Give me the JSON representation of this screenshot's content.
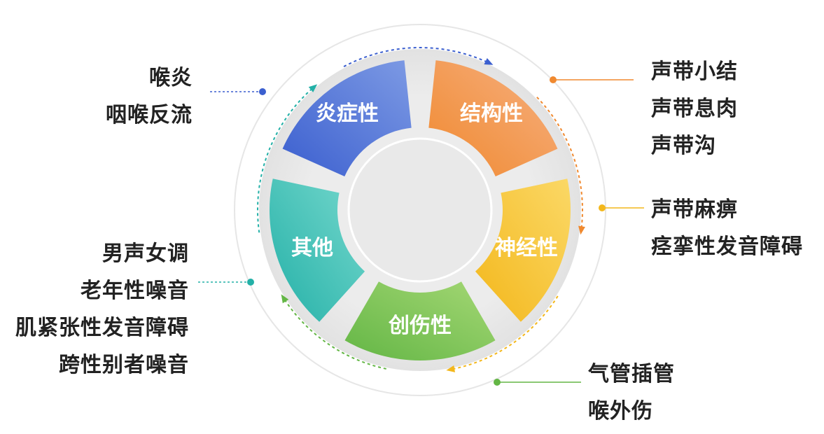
{
  "center": {
    "segments": [
      {
        "label": "炎症性",
        "color_a": "#3b5fcf",
        "color_b": "#7d9ae4"
      },
      {
        "label": "结构性",
        "color_a": "#f0892f",
        "color_b": "#f6b081"
      },
      {
        "label": "神经性",
        "color_a": "#f3b71b",
        "color_b": "#fbd866"
      },
      {
        "label": "创伤性",
        "color_a": "#63b645",
        "color_b": "#a4d774"
      },
      {
        "label": "其他",
        "color_a": "#23b0a7",
        "color_b": "#76d8cd"
      }
    ]
  },
  "annotations": {
    "inflammatory": {
      "items": [
        "喉炎",
        "咽喉反流"
      ],
      "color": "#3b5fcf"
    },
    "structural": {
      "items": [
        "声带小结",
        "声带息肉",
        "声带沟"
      ],
      "color": "#f0892f"
    },
    "neurological": {
      "items": [
        "声带麻痹",
        "痉挛性发音障碍"
      ],
      "color": "#f3b71b"
    },
    "traumatic": {
      "items": [
        "气管插管",
        "喉外伤"
      ],
      "color": "#63b645"
    },
    "other": {
      "items": [
        "男声女调",
        "老年性噪音",
        "肌紧张性发音障碍",
        "跨性别者噪音"
      ],
      "color": "#23b0a7"
    }
  }
}
